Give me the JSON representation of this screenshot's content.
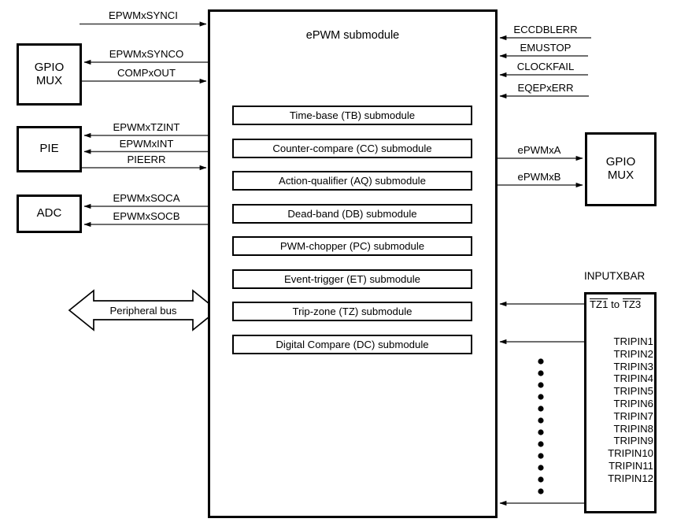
{
  "diagram": {
    "title": "ePWM submodule",
    "main_block_label": "ePWM submodule"
  },
  "left_blocks": [
    {
      "id": "gpio-mux-left",
      "label": "GPIO\nMUX"
    },
    {
      "id": "pie",
      "label": "PIE"
    },
    {
      "id": "adc",
      "label": "ADC"
    }
  ],
  "right_blocks": [
    {
      "id": "gpio-mux-right",
      "label": "GPIO\nMUX"
    }
  ],
  "submodules": [
    {
      "id": "tb",
      "label": "Time-base (TB) submodule"
    },
    {
      "id": "cc",
      "label": "Counter-compare (CC) submodule"
    },
    {
      "id": "aq",
      "label": "Action-qualifier (AQ) submodule"
    },
    {
      "id": "db",
      "label": "Dead-band (DB) submodule"
    },
    {
      "id": "pc",
      "label": "PWM-chopper (PC) submodule"
    },
    {
      "id": "et",
      "label": "Event-trigger (ET) submodule"
    },
    {
      "id": "tz",
      "label": "Trip-zone (TZ) submodule"
    },
    {
      "id": "dc",
      "label": "Digital Compare (DC) submodule"
    }
  ],
  "signals_left": [
    {
      "id": "epwmxsynci",
      "label": "EPWMxSYNCI",
      "direction": "into-epwm"
    },
    {
      "id": "epwmxsynco",
      "label": "EPWMxSYNCO",
      "direction": "out-to-gpio"
    },
    {
      "id": "compxout",
      "label": "COMPxOUT",
      "direction": "into-epwm"
    },
    {
      "id": "epwmxtzint",
      "label": "EPWMxTZINT",
      "direction": "out-to-pie"
    },
    {
      "id": "epwmxint",
      "label": "EPWMxINT",
      "direction": "out-to-pie"
    },
    {
      "id": "pieerr",
      "label": "PIEERR",
      "direction": "into-epwm"
    },
    {
      "id": "epwmxsoca",
      "label": "EPWMxSOCA",
      "direction": "out-to-adc"
    },
    {
      "id": "epwmxsocb",
      "label": "EPWMxSOCB",
      "direction": "out-to-adc"
    }
  ],
  "signals_right_in": [
    {
      "id": "eccdblerr",
      "label": "ECCDBLERR"
    },
    {
      "id": "emustop",
      "label": "EMUSTOP"
    },
    {
      "id": "clockfail",
      "label": "CLOCKFAIL"
    },
    {
      "id": "eqepxerr",
      "label": "EQEPxERR"
    }
  ],
  "signals_right_out": [
    {
      "id": "epwmxa",
      "label": "ePWMxA"
    },
    {
      "id": "epwmxb",
      "label": "ePWMxB"
    }
  ],
  "peripheral_bus": {
    "label": "Peripheral bus"
  },
  "inputxbar": {
    "title": "INPUTXBAR",
    "tz_row": {
      "prefix": "TZ1",
      "middle": " to ",
      "suffix": "TZ3"
    },
    "tripins": [
      "TRIPIN1",
      "TRIPIN2",
      "TRIPIN3",
      "TRIPIN4",
      "TRIPIN5",
      "TRIPIN6",
      "TRIPIN7",
      "TRIPIN8",
      "TRIPIN9",
      "TRIPIN10",
      "TRIPIN11",
      "TRIPIN12"
    ],
    "ellipsis_dot_count": 12
  },
  "colors": {
    "stroke": "#000000",
    "background": "#ffffff",
    "line": "#3a3a3a"
  }
}
